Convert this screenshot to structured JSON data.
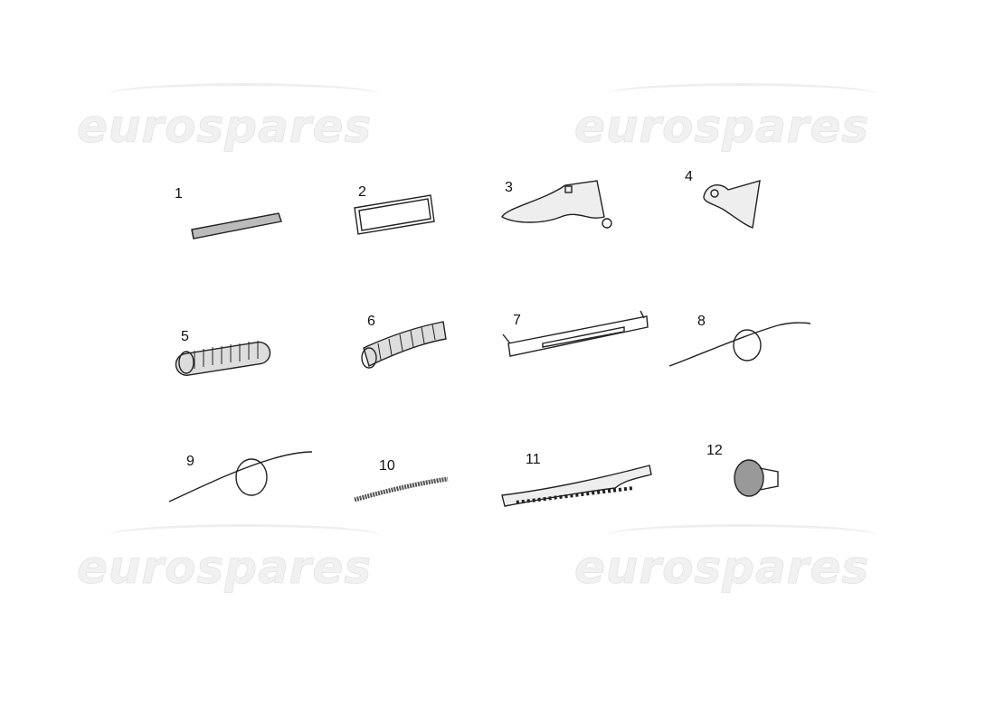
{
  "watermark": "eurospares",
  "parts": [
    {
      "number": "1"
    },
    {
      "number": "2"
    },
    {
      "number": "3"
    },
    {
      "number": "4"
    },
    {
      "number": "5"
    },
    {
      "number": "6"
    },
    {
      "number": "7"
    },
    {
      "number": "8"
    },
    {
      "number": "9"
    },
    {
      "number": "10"
    },
    {
      "number": "11"
    },
    {
      "number": "12"
    }
  ]
}
